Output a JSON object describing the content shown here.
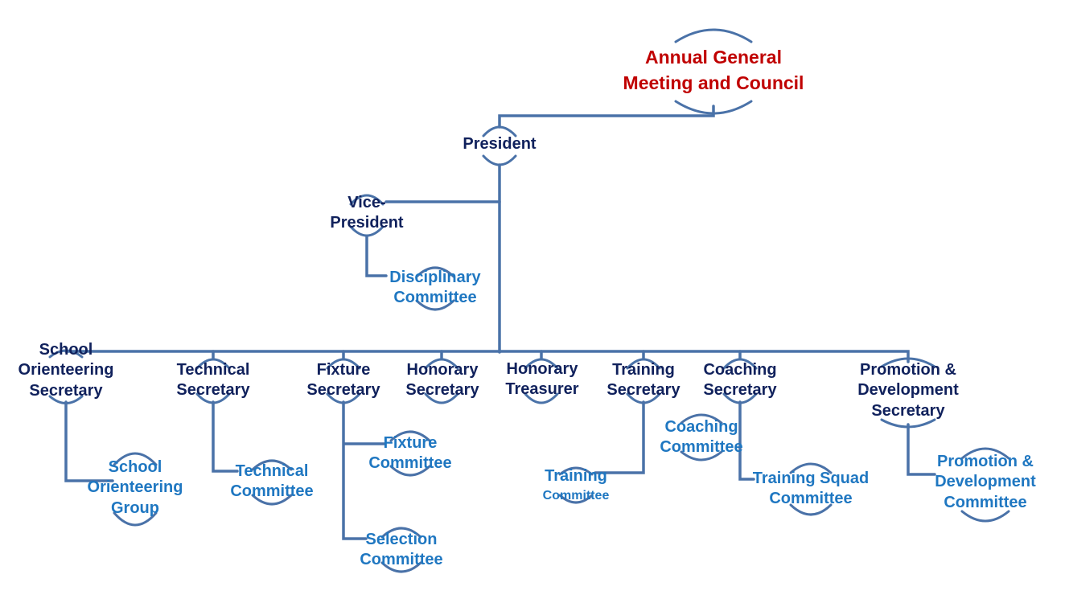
{
  "diagram": {
    "colors": {
      "connector": "#4a72a8",
      "officer_text": "#10215c",
      "committee_text": "#1f77c1",
      "agm_text": "#c00000"
    },
    "agm": {
      "label": "Annual General\nMeeting and Council"
    },
    "president": {
      "label": "President"
    },
    "vice_president": {
      "label": "Vice-\nPresident"
    },
    "disciplinary_committee": {
      "label": "Disciplinary\nCommittee"
    },
    "officers": {
      "school_orienteering_secretary": "School\nOrienteering\nSecretary",
      "technical_secretary": "Technical\nSecretary",
      "fixture_secretary": "Fixture\nSecretary",
      "honorary_secretary": "Honorary\nSecretary",
      "honorary_treasurer": "Honorary\nTreasurer",
      "training_secretary": "Training\nSecretary",
      "coaching_secretary": "Coaching\nSecretary",
      "promotion_development_secretary": "Promotion &\nDevelopment\nSecretary"
    },
    "committees": {
      "school_orienteering_group": "School\nOrienteering\nGroup",
      "technical_committee": "Technical\nCommittee",
      "fixture_committee": "Fixture\nCommittee",
      "selection_committee": "Selection\nCommittee",
      "training_committee_line1": "Training",
      "training_committee_line2": "Committee",
      "coaching_committee": "Coaching\nCommittee",
      "training_squad_committee": "Training Squad\nCommittee",
      "promotion_development_committee": "Promotion &\nDevelopment\nCommittee"
    }
  }
}
